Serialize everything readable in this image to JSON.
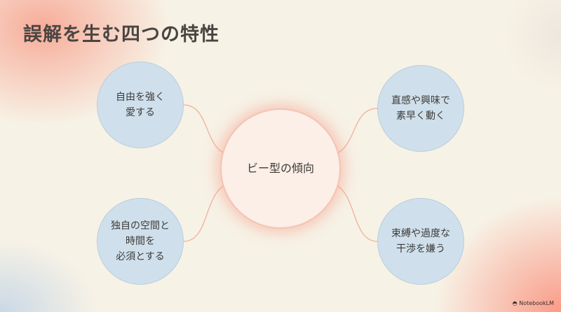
{
  "title": "誤解を生む四つの特性",
  "center": "ビー型の傾向",
  "nodes": [
    "自由を強く\n愛する",
    "直感や興味で\n素早く動く",
    "独自の空間と\n時間を\n必須とする",
    "束縛や過度な\n干渉を嫌う"
  ],
  "brand": "NotebookLM",
  "colors": {
    "node_fill": "#cfe0ec",
    "line": "#f0b9a4",
    "center_fill": "#fbefe8"
  }
}
